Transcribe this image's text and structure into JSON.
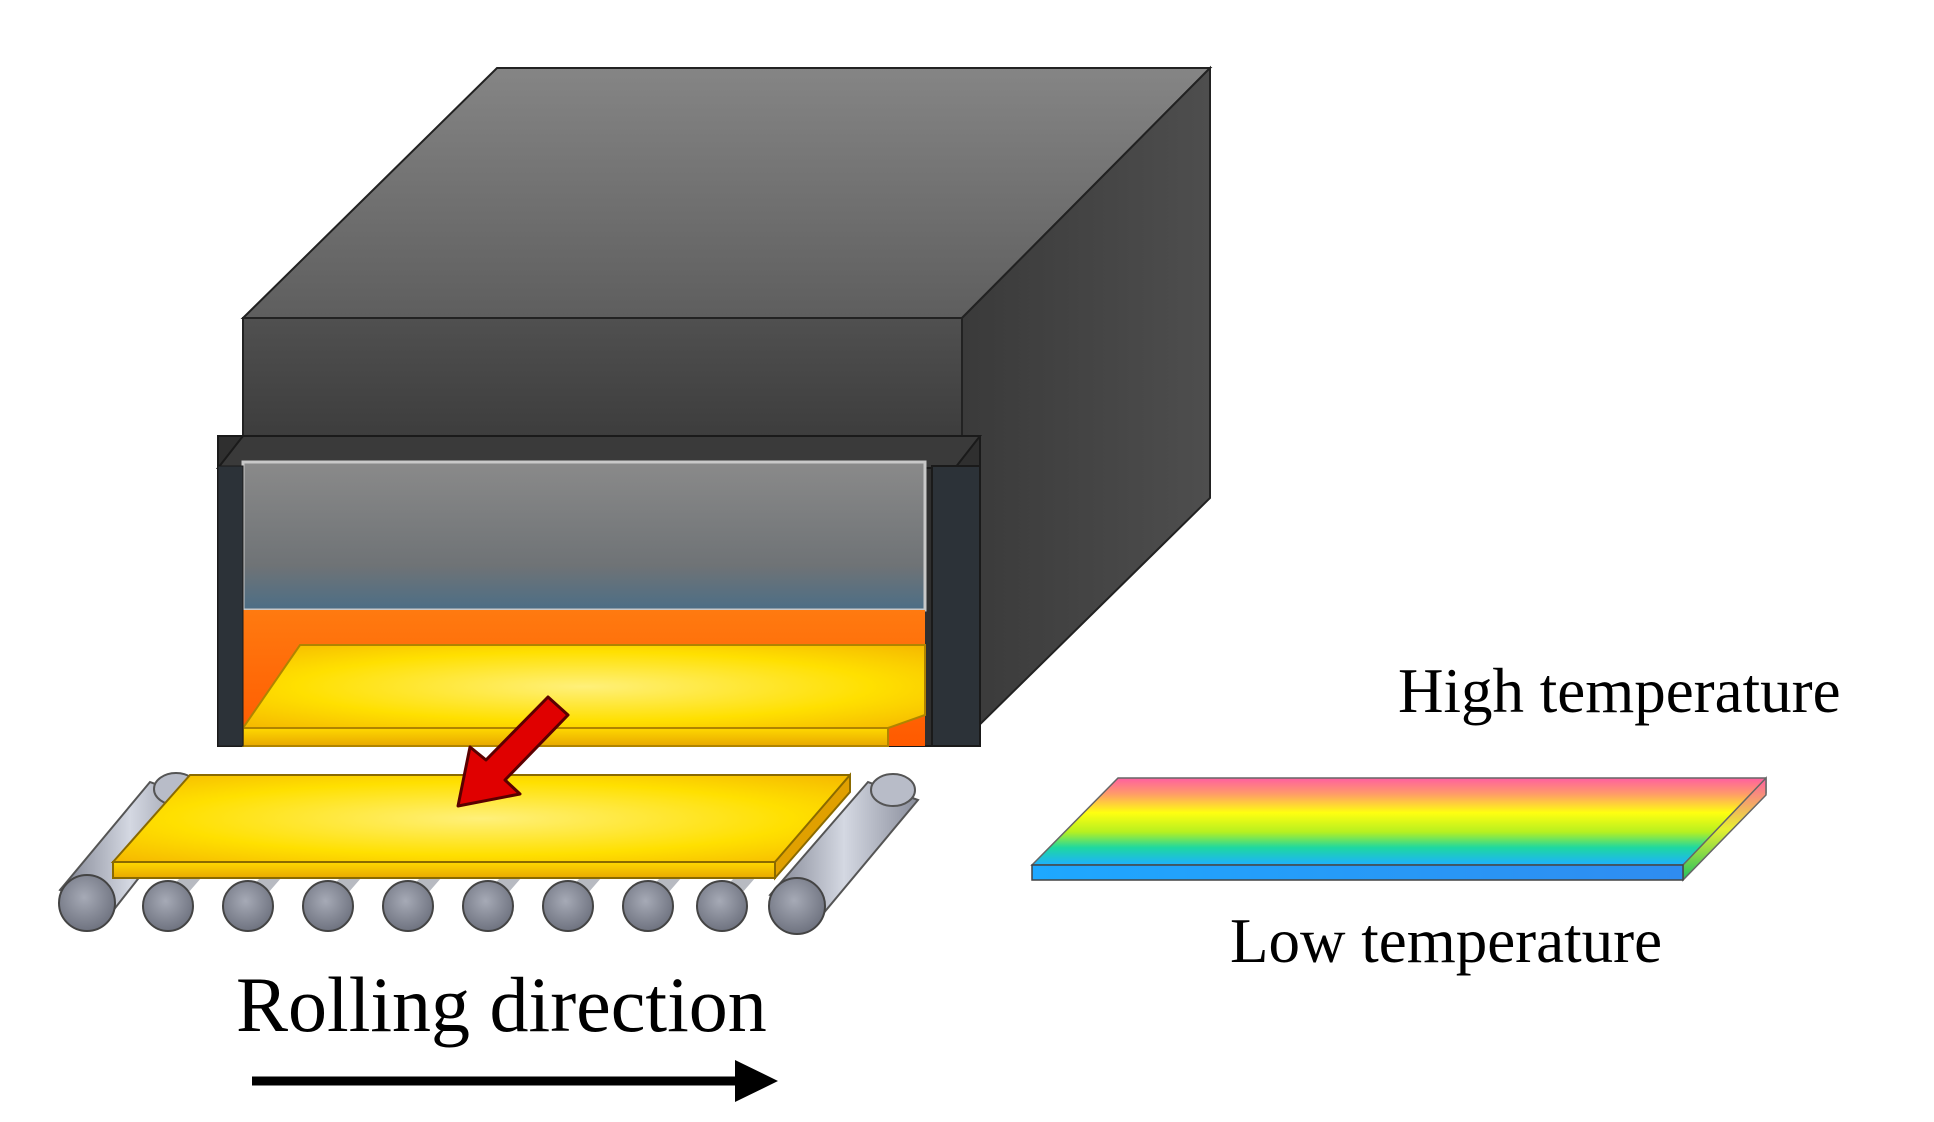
{
  "labels": {
    "high_temperature": "High temperature",
    "low_temperature": "Low temperature",
    "rolling_direction": "Rolling direction"
  },
  "colors": {
    "furnace_top": "#7a7a7a",
    "furnace_front": "#4a4a4a",
    "furnace_side": "#3a3a3a",
    "hot_zone": "#ff6a00",
    "slab_yellow": "#ffe000",
    "arrow_red": "#e00000",
    "roller": "#8a8e9a",
    "gradient_high": "#ff5fa0",
    "gradient_mid": "#ffff00",
    "gradient_low": "#2a8cff"
  },
  "icons": {
    "exit_arrow": "arrow-down-left-icon",
    "direction_arrow": "arrow-right-icon"
  }
}
